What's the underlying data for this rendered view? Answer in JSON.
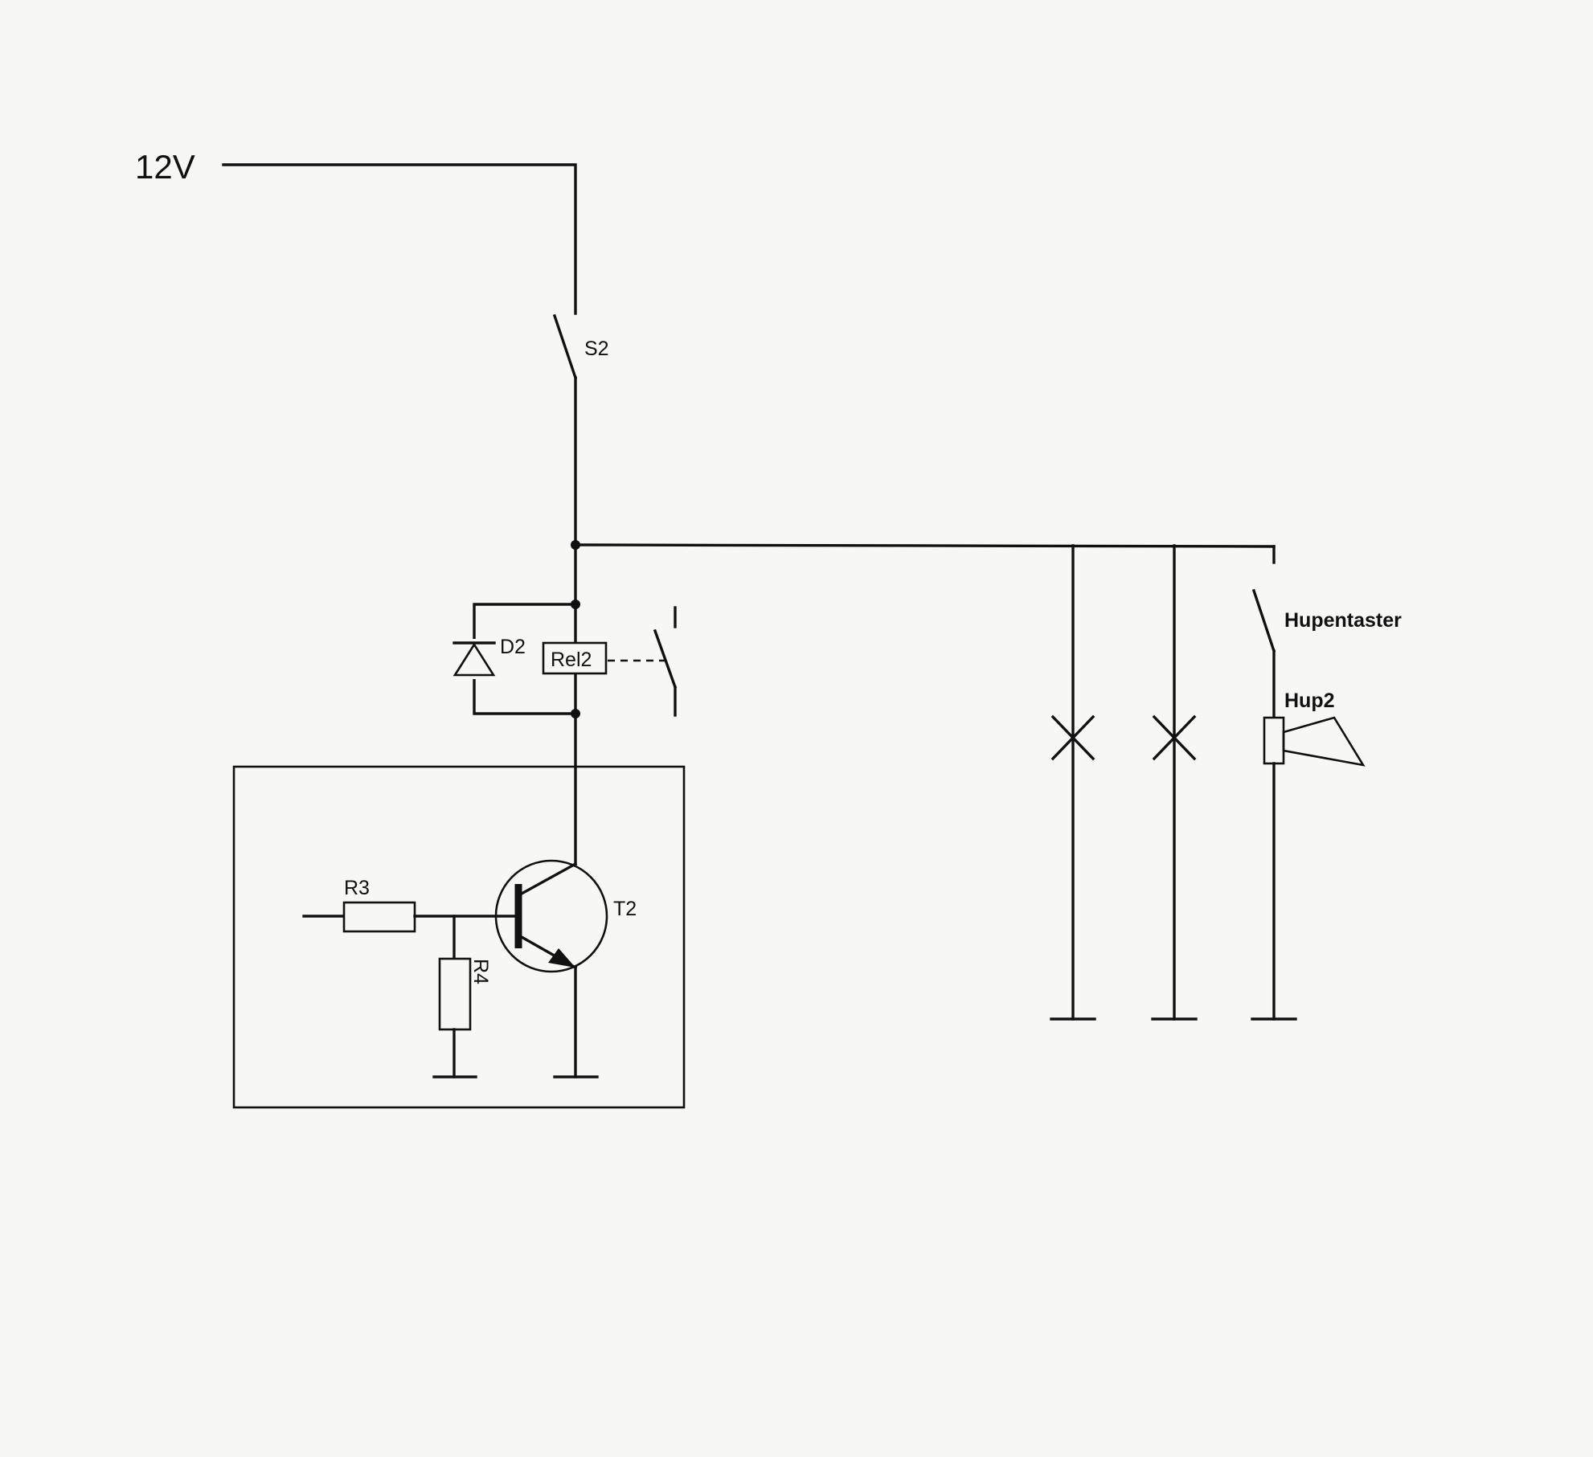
{
  "labels": {
    "supply": "12V",
    "switch_main": "S2",
    "diode": "D2",
    "relay": "Rel2",
    "resistor_base": "R3",
    "resistor_pulldown": "R4",
    "transistor": "T2",
    "horn_button": "Hupentaster",
    "horn": "Hup2"
  }
}
